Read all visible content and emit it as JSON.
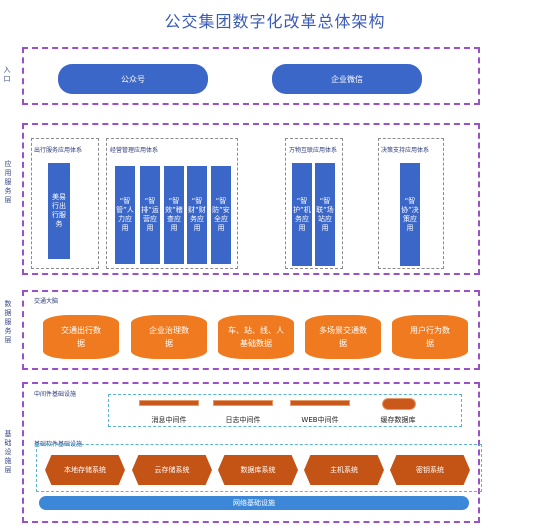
{
  "title": "公交集团数字化改革总体架构",
  "layers": {
    "entry": {
      "label": "入口"
    },
    "app": {
      "label": "应用服务层"
    },
    "data": {
      "label": "数据服务层"
    },
    "infra": {
      "label": "基础设施层"
    }
  },
  "entry": {
    "items": [
      "公众号",
      "企业微信"
    ]
  },
  "app": {
    "groups": [
      {
        "title": "出行服务应用体系",
        "items": [
          "美易行出行服务"
        ]
      },
      {
        "title": "经营管理应用体系",
        "items": [
          "“智管”人力应用",
          "“智排”运营应用",
          "“智效”稽查应用",
          "“智财”财务应用",
          "“智防”安全应用"
        ]
      },
      {
        "title": "万物互联应用体系",
        "items": [
          "“智护”机务应用",
          "“智联”场站应用"
        ]
      },
      {
        "title": "决策支持应用体系",
        "items": [
          "“智协”决策应用"
        ]
      }
    ]
  },
  "data": {
    "group_title": "交通大脑",
    "items": [
      "交通出行数据",
      "企业治理数据",
      "车、站、线、人基础数据",
      "多场景交通数据",
      "用户行为数据"
    ]
  },
  "infra": {
    "middleware": {
      "title": "中间件基础设施",
      "items": [
        "消息中间件",
        "日志中间件",
        "WEB中间件",
        "缓存数据库"
      ]
    },
    "software": {
      "title": "基础软件基础设施",
      "items": [
        "本地存储系统",
        "云存储系统",
        "数据库系统",
        "主机系统",
        "密钥系统"
      ]
    },
    "network": "网络基础设施"
  }
}
